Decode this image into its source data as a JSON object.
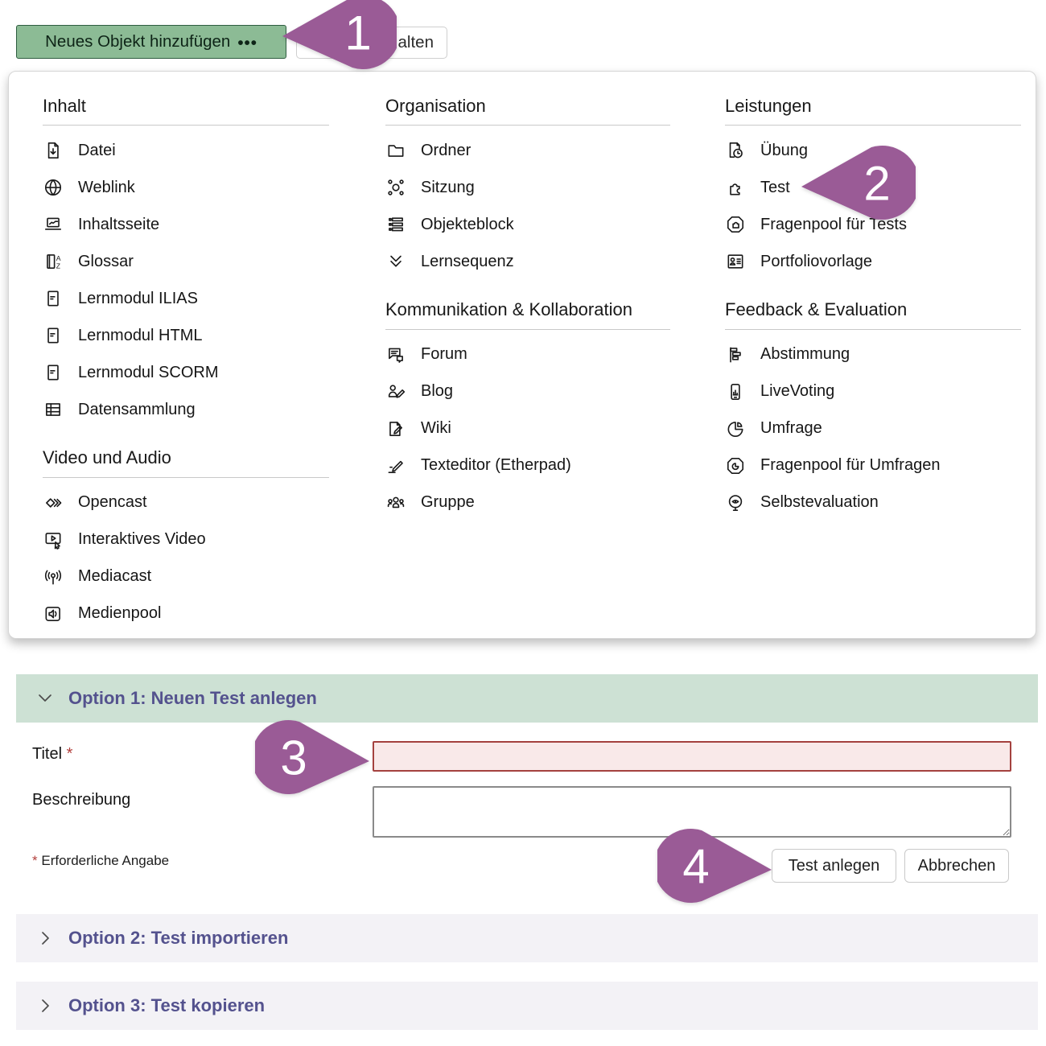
{
  "toolbar": {
    "add_object_button": "Neues Objekt hinzufügen",
    "add_object_button_dots": "•••",
    "partial_button_visible_text": "alten"
  },
  "annotations": {
    "badge1": "1",
    "badge2": "2",
    "badge3": "3",
    "badge4": "4",
    "balloon_color": "#9a5b96"
  },
  "menu": {
    "columns": [
      {
        "sections": [
          {
            "title": "Inhalt",
            "items": [
              {
                "label": "Datei",
                "icon": "file-download-icon"
              },
              {
                "label": "Weblink",
                "icon": "globe-icon"
              },
              {
                "label": "Inhaltsseite",
                "icon": "content-page-icon"
              },
              {
                "label": "Glossar",
                "icon": "glossary-icon"
              },
              {
                "label": "Lernmodul ILIAS",
                "icon": "learning-module-icon"
              },
              {
                "label": "Lernmodul HTML",
                "icon": "learning-module-icon"
              },
              {
                "label": "Lernmodul SCORM",
                "icon": "learning-module-icon"
              },
              {
                "label": "Datensammlung",
                "icon": "data-table-icon"
              }
            ]
          },
          {
            "title": "Video und Audio",
            "items": [
              {
                "label": "Opencast",
                "icon": "opencast-icon"
              },
              {
                "label": "Interaktives Video",
                "icon": "interactive-video-icon"
              },
              {
                "label": "Mediacast",
                "icon": "broadcast-icon"
              },
              {
                "label": "Medienpool",
                "icon": "media-pool-speaker-icon"
              }
            ]
          }
        ]
      },
      {
        "sections": [
          {
            "title": "Organisation",
            "items": [
              {
                "label": "Ordner",
                "icon": "folder-icon"
              },
              {
                "label": "Sitzung",
                "icon": "session-icon"
              },
              {
                "label": "Objekteblock",
                "icon": "item-group-icon"
              },
              {
                "label": "Lernsequenz",
                "icon": "double-chevron-down-icon"
              }
            ]
          },
          {
            "title": "Kommunikation & Kollabo­ration",
            "items": [
              {
                "label": "Forum",
                "icon": "forum-icon"
              },
              {
                "label": "Blog",
                "icon": "blog-icon"
              },
              {
                "label": "Wiki",
                "icon": "wiki-icon"
              },
              {
                "label": "Texteditor (Etherpad)",
                "icon": "text-editor-icon"
              },
              {
                "label": "Gruppe",
                "icon": "group-icon"
              }
            ]
          }
        ]
      },
      {
        "sections": [
          {
            "title": "Leistungen",
            "items": [
              {
                "label": "Übung",
                "icon": "exercise-icon"
              },
              {
                "label": "Test",
                "icon": "puzzle-icon"
              },
              {
                "label": "Fragenpool für Tests",
                "icon": "question-pool-test-icon"
              },
              {
                "label": "Portfoliovorlage",
                "icon": "portfolio-template-icon"
              }
            ]
          },
          {
            "title": "Feedback & Evaluation",
            "items": [
              {
                "label": "Abstimmung",
                "icon": "poll-bars-icon"
              },
              {
                "label": "LiveVoting",
                "icon": "live-voting-icon"
              },
              {
                "label": "Umfrage",
                "icon": "pie-chart-icon"
              },
              {
                "label": "Fragenpool für Umfragen",
                "icon": "question-pool-survey-icon"
              },
              {
                "label": "Selbstevaluation",
                "icon": "self-evaluation-icon"
              }
            ]
          }
        ]
      }
    ]
  },
  "form": {
    "option1_header": "Option 1: Neuen Test anlegen",
    "titel_label": "Titel",
    "required_asterisk": "*",
    "beschreibung_label": "Beschreibung",
    "required_note": "Erforderliche Angabe",
    "submit_label": "Test anlegen",
    "cancel_label": "Abbrechen",
    "option2_header": "Option 2: Test importieren",
    "option3_header": "Option 3: Test kopieren"
  },
  "colors": {
    "primary_button_green": "#8cbb95",
    "option1_header_bg": "#cde1d4",
    "collapsed_header_bg": "#f3f2f6",
    "accordion_text_purple": "#54528e",
    "error_field_bg": "#f9e9e9",
    "error_field_border": "#a4413f"
  }
}
